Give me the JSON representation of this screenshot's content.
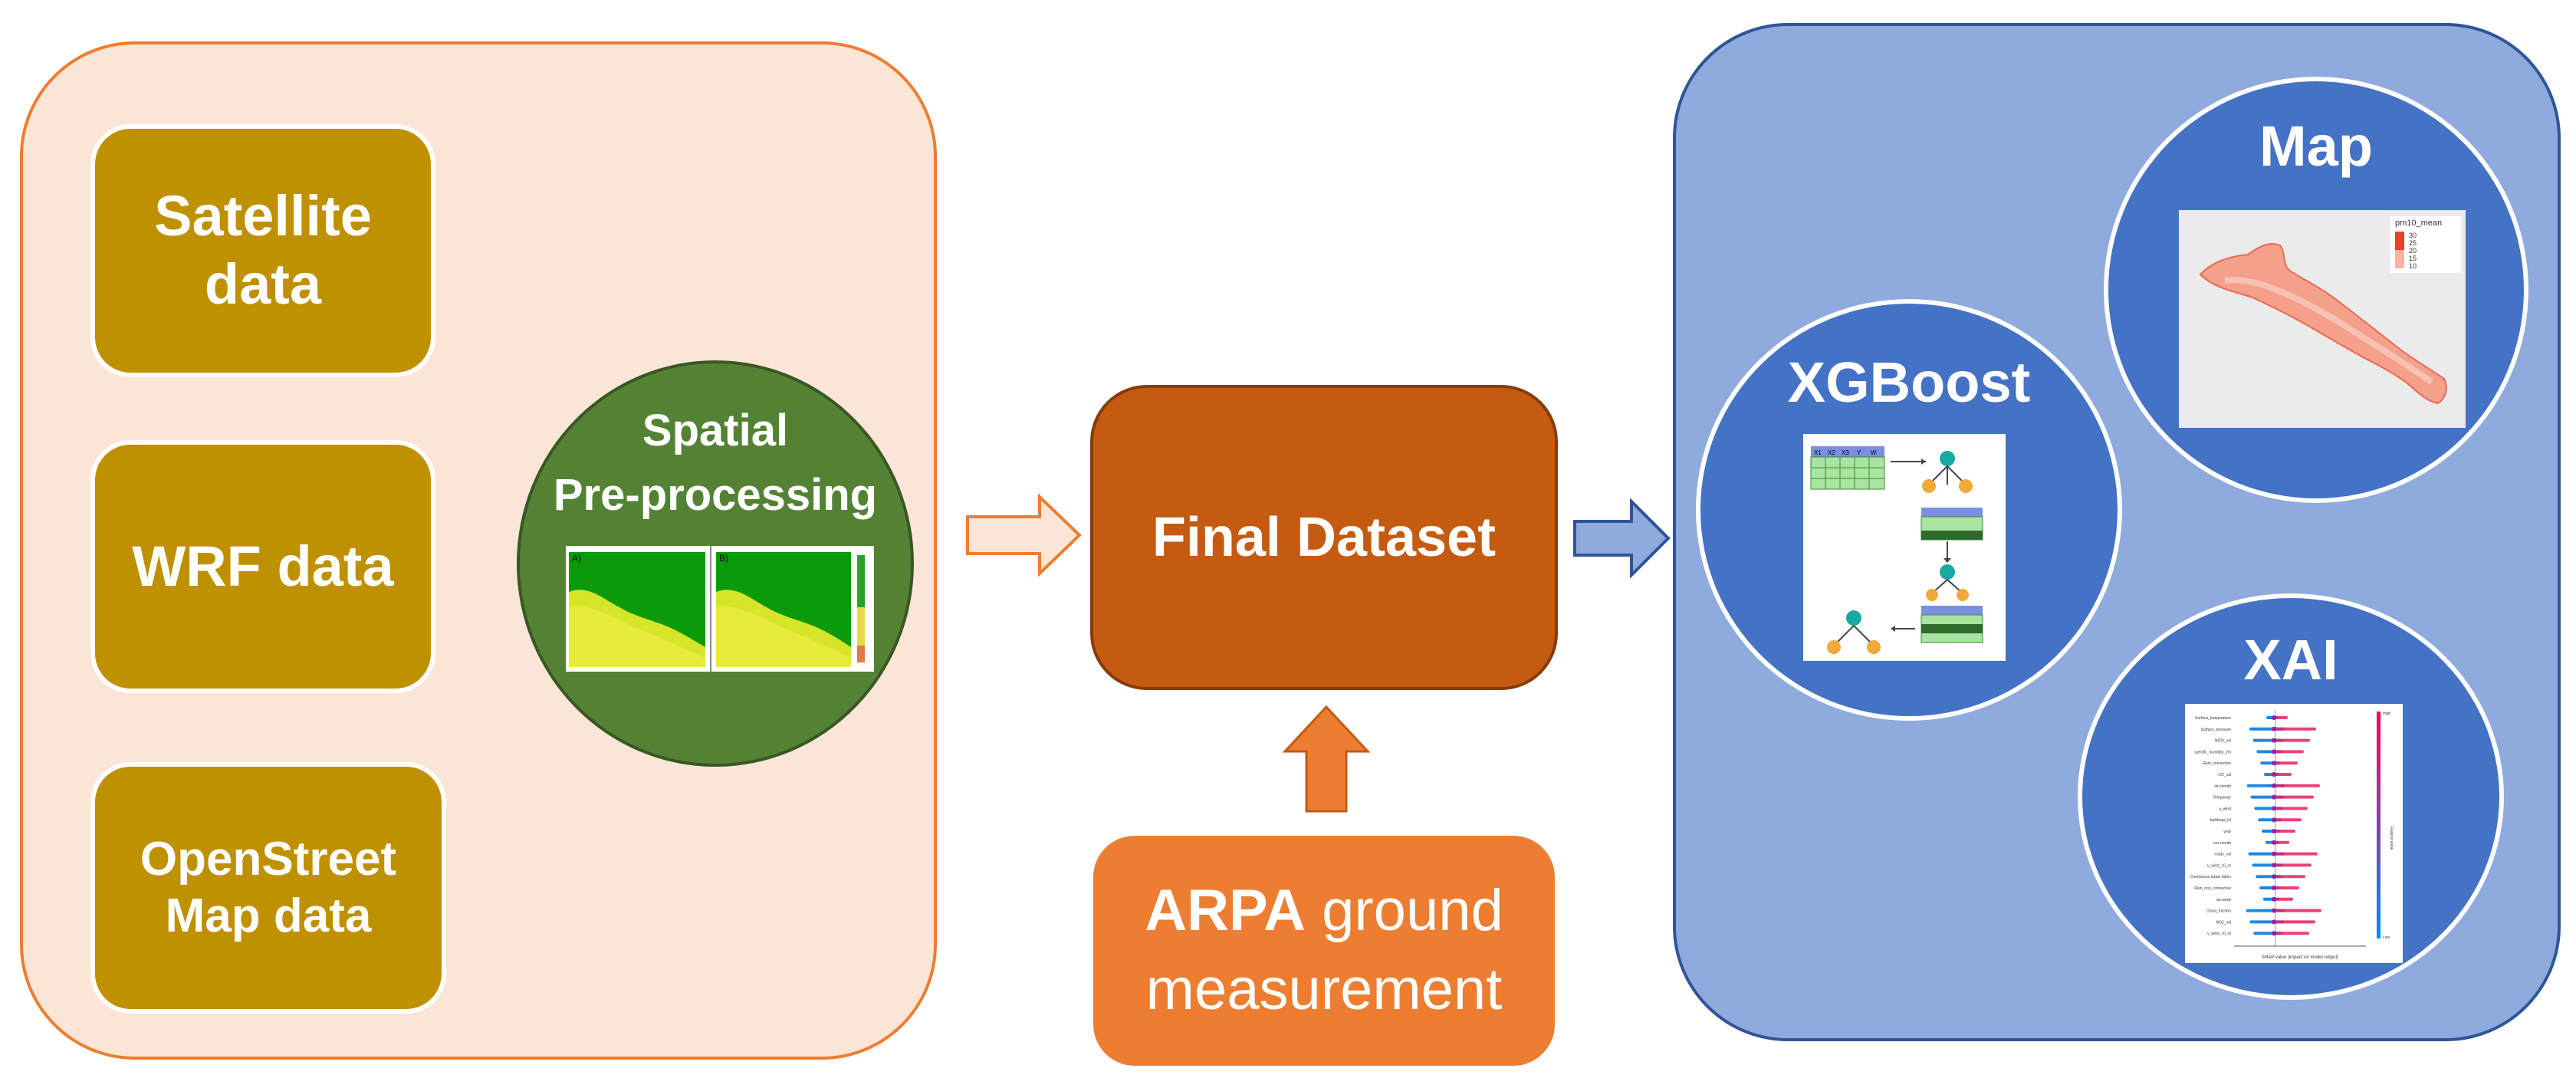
{
  "left_panel": {
    "sources": {
      "satellite_line1": "Satellite",
      "satellite_line2": "data",
      "wrf": "WRF data",
      "osm_line1": "OpenStreet",
      "osm_line2": "Map data"
    },
    "spatial": {
      "title_line1": "Spatial",
      "title_line2": "Pre-processing",
      "panel_a": "A)",
      "panel_b": "B)"
    }
  },
  "center": {
    "final_dataset": "Final Dataset",
    "arpa_bold": "ARPA",
    "arpa_rest": "ground",
    "arpa_line2": "measurement"
  },
  "right_panel": {
    "map": {
      "title": "Map",
      "legend_title": "pm10_mean",
      "legend_ticks": [
        "30",
        "25",
        "20",
        "15",
        "10"
      ]
    },
    "xgboost": {
      "title": "XGBoost",
      "table_headers": [
        "X1",
        "X2",
        "X3",
        "Y",
        "W"
      ]
    },
    "xai": {
      "title": "XAI",
      "features": [
        "Surface_temperature",
        "Surface_pressure",
        "NDVI_val",
        "specific_humidity_2m",
        "Rain_convective",
        "CO_val",
        "sin.month",
        "Temporary",
        "u_wind",
        "buildings_lcl",
        "year",
        "cos.month",
        "roads_val",
        "u_wind_10_m",
        "Continuous urban fabric",
        "Rain_non_convective",
        "ws.week",
        "Cloud_fraction",
        "NO2_val",
        "v_wind_10_m"
      ],
      "xaxis_label": "SHAP value (impact on model output)",
      "colorbar_high": "High",
      "colorbar_low": "Low",
      "colorbar_label": "Feature value"
    }
  },
  "colors": {
    "left_bg": "#fbe5d6",
    "left_border": "#ed7d31",
    "source_box": "#bf9000",
    "spatial_circle": "#548235",
    "final_box": "#c55a11",
    "arpa_box": "#ed7d31",
    "right_bg": "#8faadc",
    "right_circle": "#4472c4"
  }
}
